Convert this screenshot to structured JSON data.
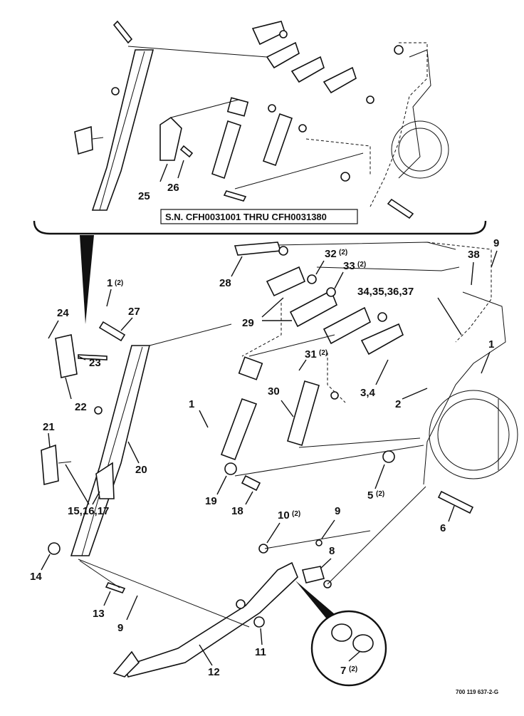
{
  "serial_box": "S.N. CFH0031001 THRU CFH0031380",
  "figure_code": "700 119 637-2-G",
  "callouts_top": [
    {
      "text": "25",
      "qty": ""
    },
    {
      "text": "26",
      "qty": ""
    }
  ],
  "callouts_main": [
    {
      "text": "1",
      "qty": "(2)"
    },
    {
      "text": "27",
      "qty": ""
    },
    {
      "text": "24",
      "qty": ""
    },
    {
      "text": "23",
      "qty": ""
    },
    {
      "text": "22",
      "qty": ""
    },
    {
      "text": "21",
      "qty": ""
    },
    {
      "text": "20",
      "qty": ""
    },
    {
      "text": "15,16,17",
      "qty": ""
    },
    {
      "text": "14",
      "qty": ""
    },
    {
      "text": "13",
      "qty": ""
    },
    {
      "text": "9",
      "qty": ""
    },
    {
      "text": "28",
      "qty": ""
    },
    {
      "text": "29",
      "qty": ""
    },
    {
      "text": "32",
      "qty": "(2)"
    },
    {
      "text": "33",
      "qty": "(2)"
    },
    {
      "text": "38",
      "qty": ""
    },
    {
      "text": "9",
      "qty": ""
    },
    {
      "text": "34,35,36,37",
      "qty": ""
    },
    {
      "text": "1",
      "qty": ""
    },
    {
      "text": "31",
      "qty": "(2)"
    },
    {
      "text": "30",
      "qty": ""
    },
    {
      "text": "3,4",
      "qty": ""
    },
    {
      "text": "2",
      "qty": ""
    },
    {
      "text": "1",
      "qty": ""
    },
    {
      "text": "19",
      "qty": ""
    },
    {
      "text": "18",
      "qty": ""
    },
    {
      "text": "5",
      "qty": "(2)"
    },
    {
      "text": "6",
      "qty": ""
    },
    {
      "text": "10",
      "qty": "(2)"
    },
    {
      "text": "9",
      "qty": ""
    },
    {
      "text": "8",
      "qty": ""
    },
    {
      "text": "11",
      "qty": ""
    },
    {
      "text": "12",
      "qty": ""
    },
    {
      "text": "7",
      "qty": "(2)"
    }
  ]
}
